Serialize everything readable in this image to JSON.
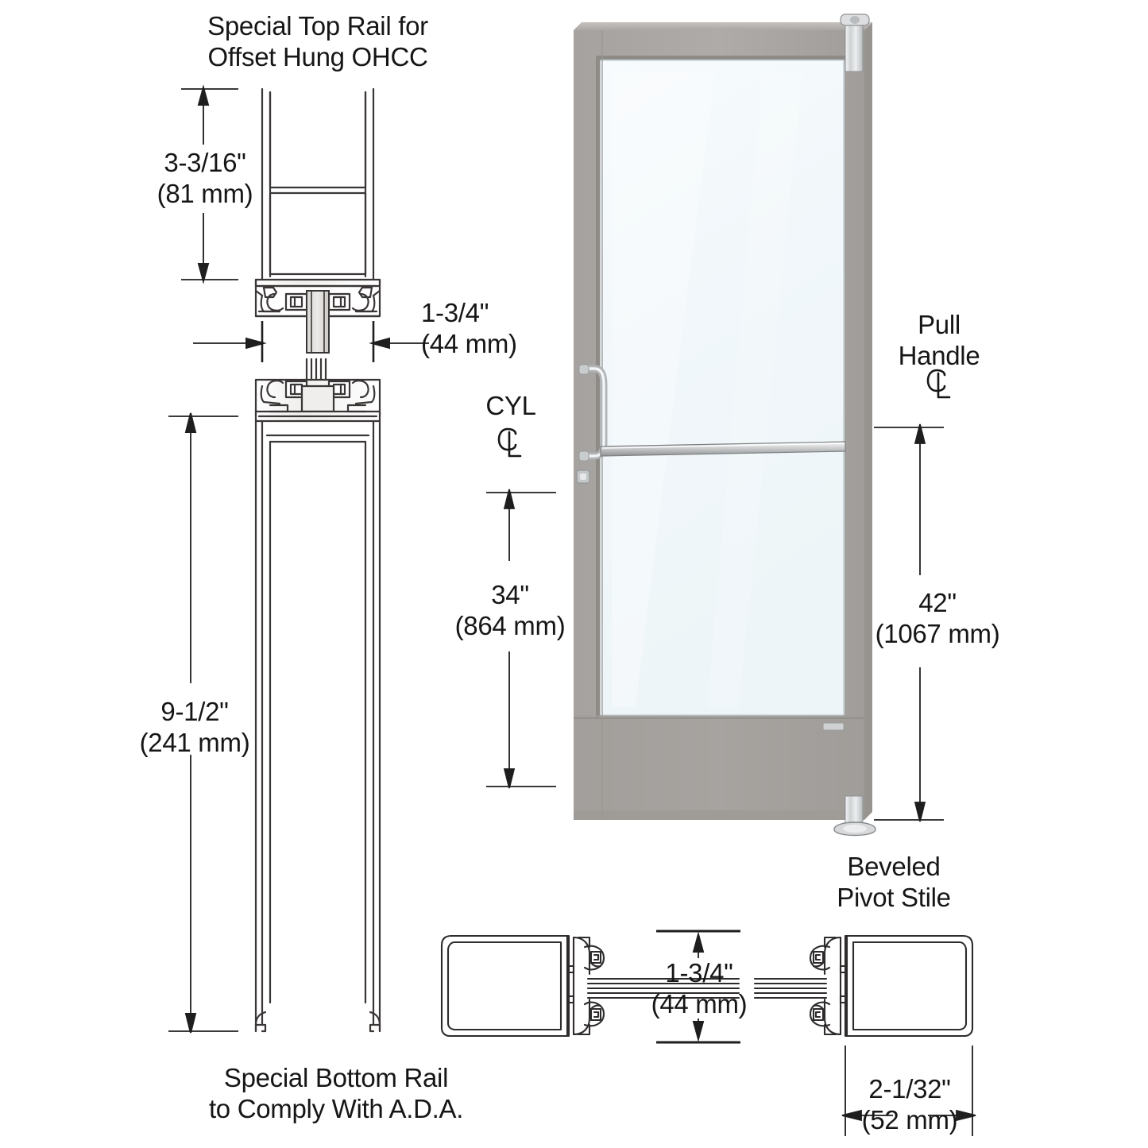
{
  "drawing": {
    "title_top_left": "Special Top Rail for\nOffset Hung OHCC",
    "caption_bottom_left": "Special Bottom Rail\nto Comply With A.D.A.",
    "caption_bottom_right": "Beveled\nPivot Stile"
  },
  "dimensions": {
    "top_rail_height": "3-3/16\"\n(81 mm)",
    "top_rail_thickness": "1-3/4\"\n(44 mm)",
    "bottom_rail_height": "9-1/2\"\n(241 mm)",
    "cyl_height": "34\"\n(864 mm)",
    "pull_handle_height": "42\"\n(1067 mm)",
    "stile_glass_gap": "1-3/4\"\n(44 mm)",
    "stile_depth": "2-1/32\"\n(52 mm)"
  },
  "labels": {
    "cyl": "CYL",
    "pull_handle": "Pull\nHandle",
    "centerline_symbol": "centerline"
  },
  "colors": {
    "frame_gray": "#a9a6a3",
    "frame_gray_light": "#bdbab7",
    "frame_gray_dark": "#908d8a",
    "glass": "#f4f9fb",
    "glass_edge": "#dce8ee",
    "line": "#2b2b2b",
    "hardware": "#cfd2d4",
    "text": "#161616"
  }
}
